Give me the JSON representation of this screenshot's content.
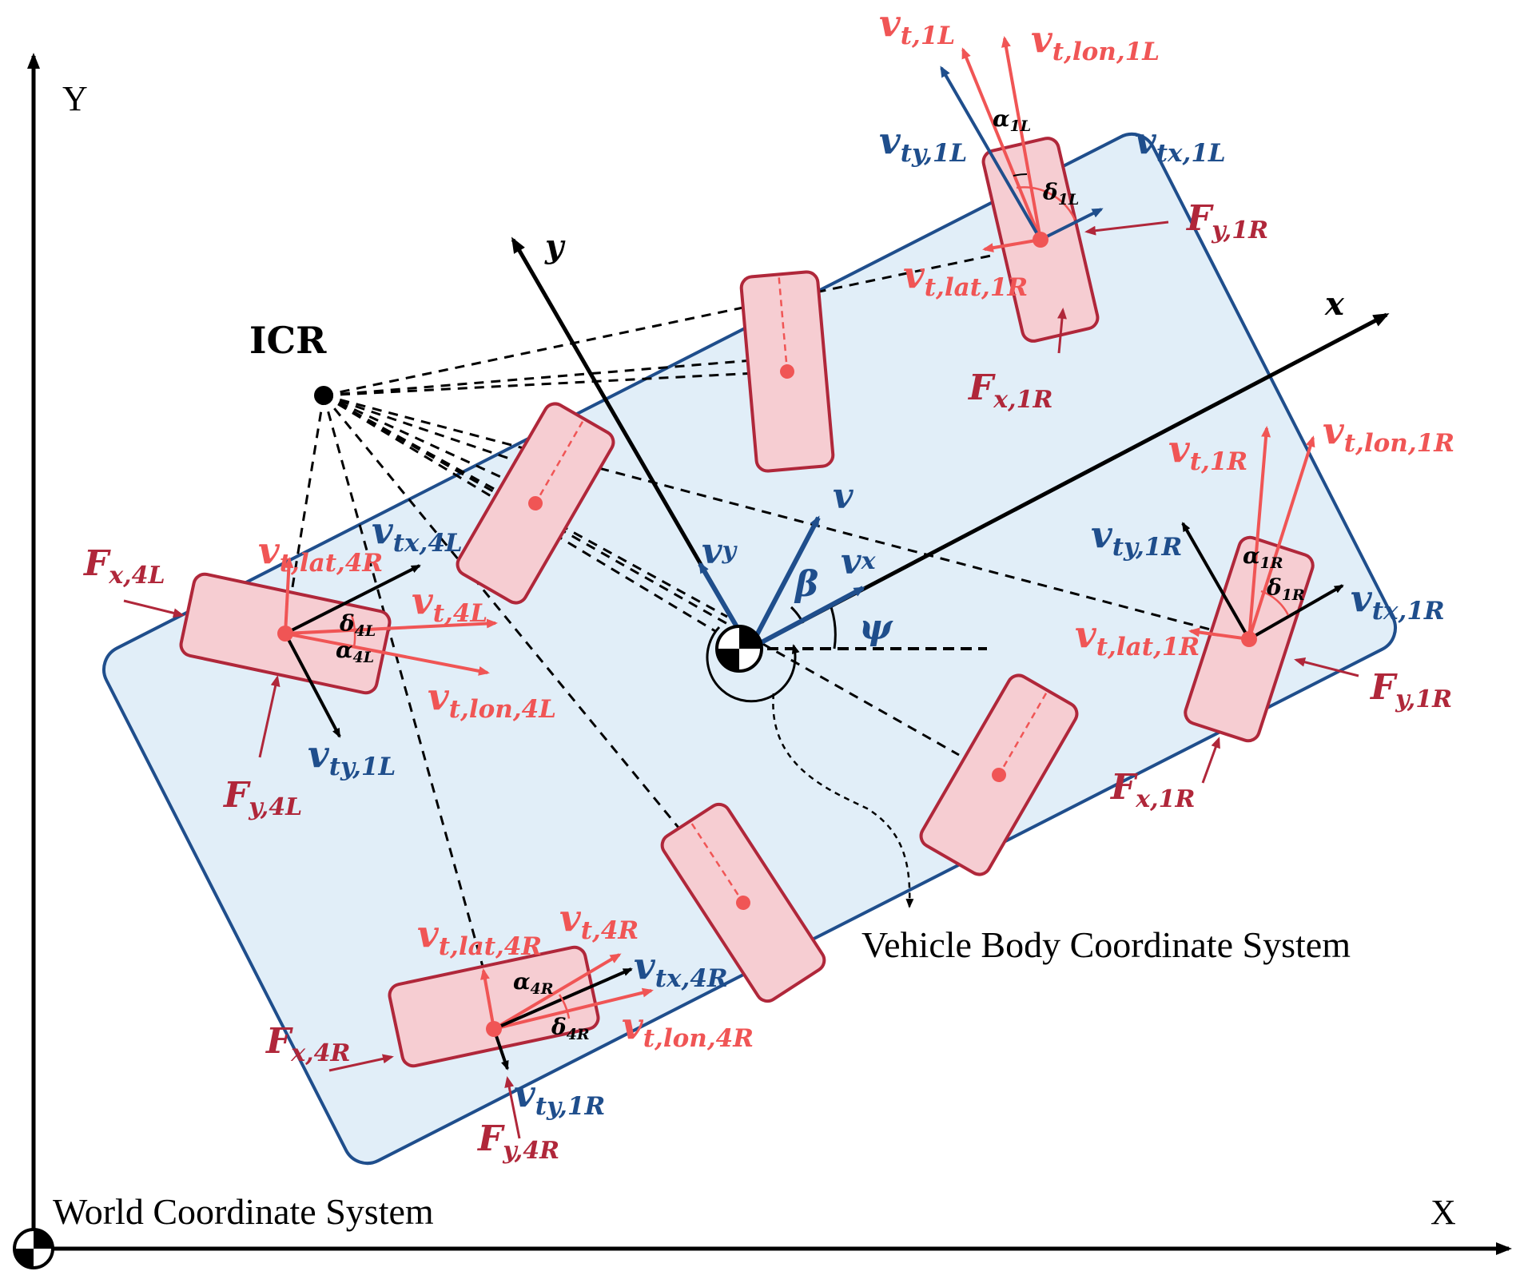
{
  "colors": {
    "body_fill": "#e1eef8",
    "body_stroke": "#1f4e8c",
    "wheel_fill": "#f6cdd2",
    "wheel_stroke": "#b0273a",
    "red_light": "#f05555",
    "red_dark": "#b0273a",
    "blue": "#1f4e8c",
    "black": "#000000"
  },
  "world": {
    "label_Y": "Y",
    "label_X": "X",
    "label_system": "World Coordinate System"
  },
  "vehicle": {
    "label_system": "Vehicle Body Coordinate System",
    "axis_x": "x",
    "axis_y": "y",
    "icr": "ICR",
    "v": "v",
    "vx": "v",
    "vx_sub": "x",
    "vy": "v",
    "vy_sub": "y",
    "beta": "β",
    "psi": "ψ"
  },
  "labels": {
    "v_t_1L": [
      "v",
      "t,1L"
    ],
    "v_t_lon_1L": [
      "v",
      "t,lon,1L"
    ],
    "alpha_1L": [
      "α",
      "1L"
    ],
    "v_ty_1L_top": [
      "v",
      "ty,1L"
    ],
    "v_tx_1L": [
      "v",
      "tx,1L"
    ],
    "delta_1L": [
      "δ",
      "1L"
    ],
    "F_y_1R_top": [
      "F",
      "y,1R"
    ],
    "v_t_lat_1R_top": [
      "v",
      "t,lat,1R"
    ],
    "F_x_1R_top": [
      "F",
      "x,1R"
    ],
    "v_t_1R": [
      "v",
      "t,1R"
    ],
    "v_t_lon_1R": [
      "v",
      "t,lon,1R"
    ],
    "v_ty_1R_right": [
      "v",
      "ty,1R"
    ],
    "alpha_1R": [
      "α",
      "1R"
    ],
    "delta_1R": [
      "δ",
      "1R"
    ],
    "v_tx_1R": [
      "v",
      "tx,1R"
    ],
    "v_t_lat_1R_right": [
      "v",
      "t,lat,1R"
    ],
    "F_y_1R_right": [
      "F",
      "y,1R"
    ],
    "F_x_1R_right": [
      "F",
      "x,1R"
    ],
    "F_x_4L": [
      "F",
      "x,4L"
    ],
    "v_tx_4L": [
      "v",
      "tx,4L"
    ],
    "v_t_lat_4R": [
      "v",
      "t,lat,4R"
    ],
    "v_t_4L": [
      "v",
      "t,4L"
    ],
    "delta_4L": [
      "δ",
      "4L"
    ],
    "alpha_4L": [
      "α",
      "4L"
    ],
    "v_t_lon_4L": [
      "v",
      "t,lon,4L"
    ],
    "v_ty_1L_left": [
      "v",
      "ty,1L"
    ],
    "F_y_4L": [
      "F",
      "y,4L"
    ],
    "v_t_4R": [
      "v",
      "t,4R"
    ],
    "v_t_lat_4R_bottom": [
      "v",
      "t,lat,4R"
    ],
    "v_tx_4R": [
      "v",
      "tx,4R"
    ],
    "alpha_4R": [
      "α",
      "4R"
    ],
    "delta_4R": [
      "δ",
      "4R"
    ],
    "v_t_lon_4R": [
      "v",
      "t,lon,4R"
    ],
    "F_x_4R": [
      "F",
      "x,4R"
    ],
    "v_ty_1R_bottom": [
      "v",
      "ty,1R"
    ],
    "F_y_4R": [
      "F",
      "y,4R"
    ]
  }
}
